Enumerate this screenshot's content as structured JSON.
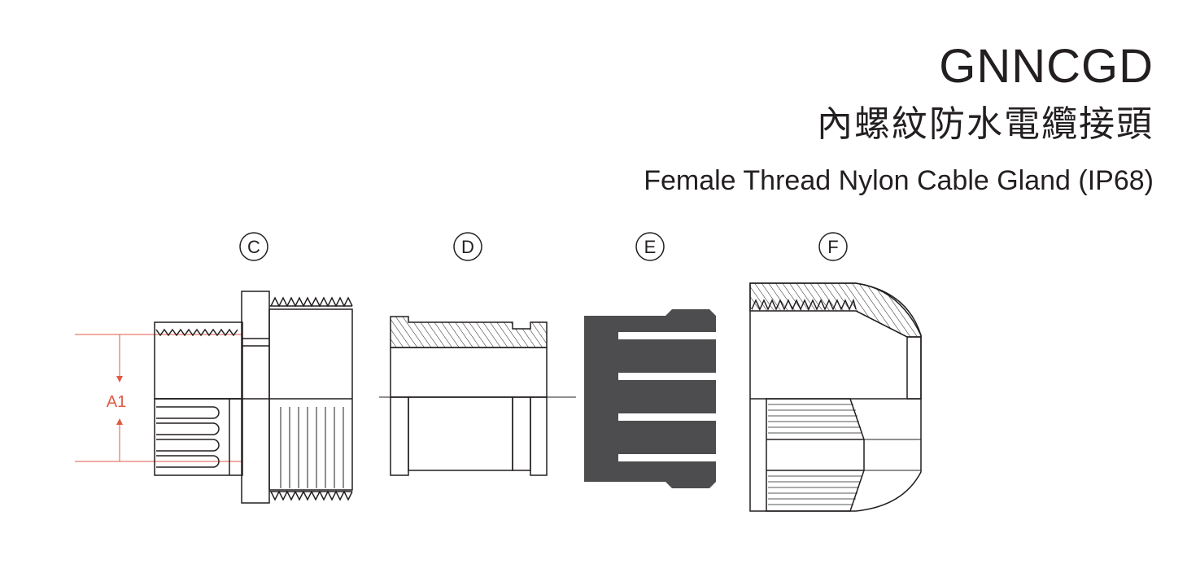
{
  "header": {
    "model": "GNNCGD",
    "title_cn": "內螺紋防水電纜接頭",
    "title_en": "Female Thread Nylon Cable Gland (IP68)"
  },
  "parts": [
    {
      "label": "C"
    },
    {
      "label": "D"
    },
    {
      "label": "E"
    },
    {
      "label": "F"
    }
  ],
  "dimension": {
    "label": "A1"
  },
  "colors": {
    "line": "#231f20",
    "dimension": "#e05a44",
    "seal": "#4d4d4f"
  }
}
